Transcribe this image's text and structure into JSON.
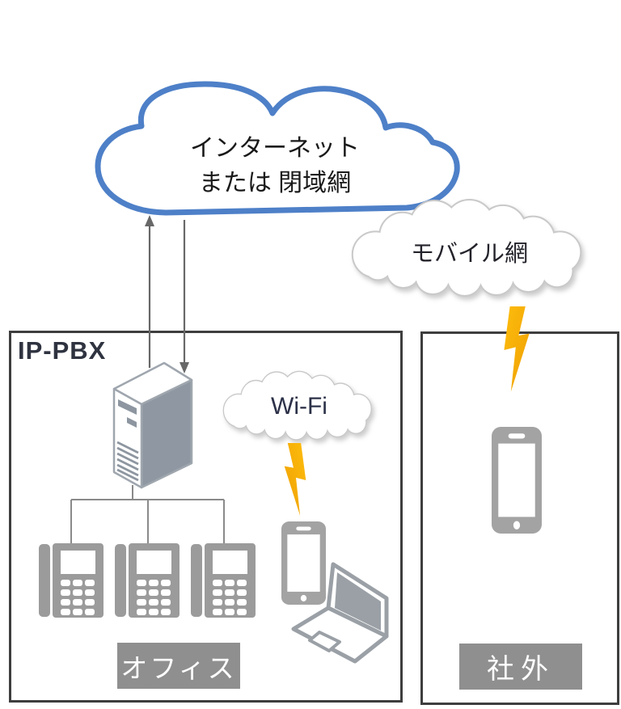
{
  "clouds": {
    "internet": {
      "line1": "インターネット",
      "line2": "または 閉域網",
      "border_color": "#4e80c8"
    },
    "mobile": {
      "label": "モバイル網"
    },
    "wifi": {
      "label": "Wi-Fi"
    }
  },
  "office": {
    "title": "IP-PBX",
    "caption": "オフィス"
  },
  "outside": {
    "caption": "社外"
  },
  "colors": {
    "internet_cloud_border": "#4e80c8",
    "fluffy_cloud_border": "#c9c9c9",
    "zone_box_border": "#3e3e3e",
    "device_gray": "#9b9b9b",
    "server_side_gray": "#8f98a2",
    "server_outline": "#9fa6ae",
    "bolt_yellow": "#f6ad0a",
    "caption_bg": "#8f8f8f",
    "caption_text": "#ffffff",
    "arrow_gray": "#686868",
    "connector_gray": "#8a8a8a",
    "title_color": "#2f3340"
  }
}
